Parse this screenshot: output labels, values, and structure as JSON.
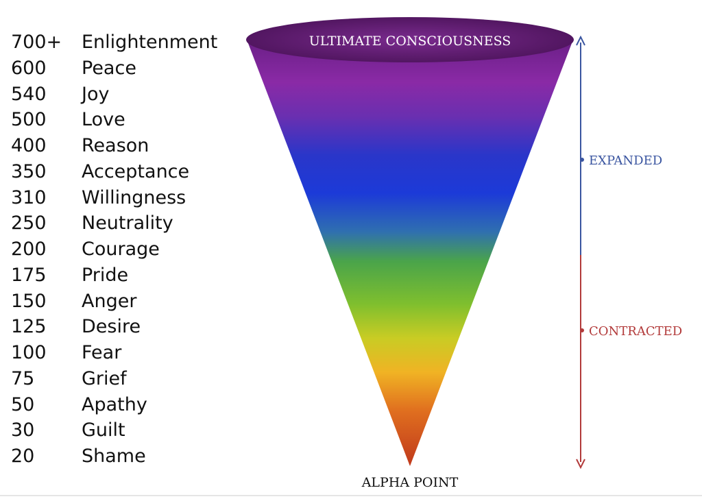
{
  "levels": [
    {
      "value": "700+",
      "label": "Enlightenment"
    },
    {
      "value": "600",
      "label": "Peace"
    },
    {
      "value": "540",
      "label": "Joy"
    },
    {
      "value": "500",
      "label": "Love"
    },
    {
      "value": "400",
      "label": "Reason"
    },
    {
      "value": "350",
      "label": "Acceptance"
    },
    {
      "value": "310",
      "label": "Willingness"
    },
    {
      "value": "250",
      "label": "Neutrality"
    },
    {
      "value": "200",
      "label": "Courage"
    },
    {
      "value": "175",
      "label": "Pride"
    },
    {
      "value": "150",
      "label": "Anger"
    },
    {
      "value": "125",
      "label": "Desire"
    },
    {
      "value": "100",
      "label": "Fear"
    },
    {
      "value": "75",
      "label": "Grief"
    },
    {
      "value": "50",
      "label": "Apathy"
    },
    {
      "value": "30",
      "label": "Guilt"
    },
    {
      "value": "20",
      "label": "Shame"
    }
  ],
  "funnel": {
    "top_label": "ULTIMATE CONSCIOUSNESS",
    "bottom_label": "ALPHA POINT"
  },
  "axis": {
    "expanded_label": "EXPANDED",
    "contracted_label": "CONTRACTED"
  },
  "colors": {
    "expanded": "#3a55a0",
    "contracted": "#b23a3a",
    "top_cap": "#5a1a6e",
    "text": "#111111"
  }
}
